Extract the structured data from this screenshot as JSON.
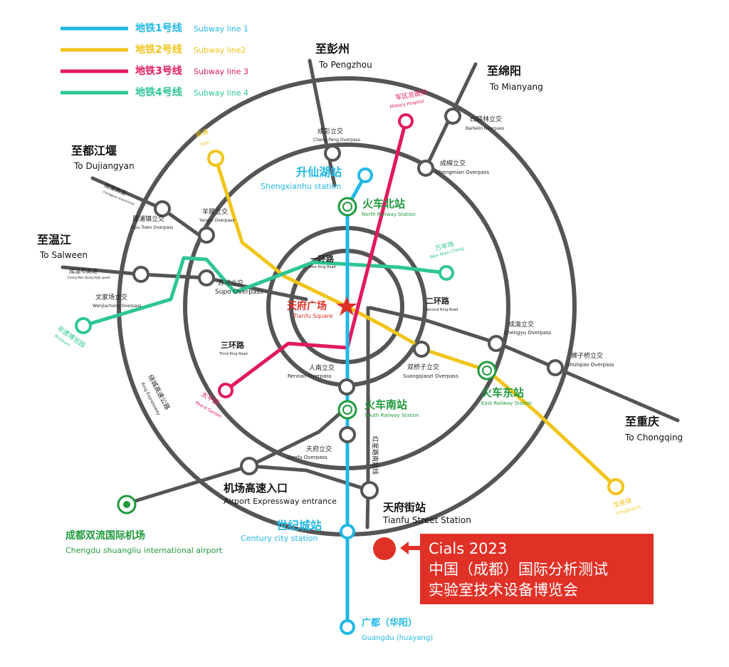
{
  "colors": {
    "line1": "#22b8e4",
    "line2": "#f1c419",
    "line3": "#e2195e",
    "line4": "#2ec597",
    "road": "#555555",
    "green": "#1f9a3d",
    "red": "#e03127"
  },
  "legend": [
    {
      "zh": "地铁1号线",
      "en": "Subway line 1",
      "color": "#22b8e4"
    },
    {
      "zh": "地铁2号线",
      "en": "Subway line2",
      "color": "#f1c419"
    },
    {
      "zh": "地铁3号线",
      "en": "Subway line 3",
      "color": "#e2195e"
    },
    {
      "zh": "地铁4号线",
      "en": "Subway line 4",
      "color": "#2ec597"
    }
  ],
  "directions": {
    "pengzhou": {
      "zh": "至彭州",
      "en": "To Pengzhou"
    },
    "mianyang": {
      "zh": "至绵阳",
      "en": "To Mianyang"
    },
    "dujiangyan": {
      "zh": "至都江堰",
      "en": "To Dujiangyan"
    },
    "salween": {
      "zh": "至温江",
      "en": "To Salween"
    },
    "chongqing": {
      "zh": "至重庆",
      "en": "To Chongqing"
    }
  },
  "overpasses": {
    "chengpeng": {
      "zh": "成彭立交",
      "en": "Cheng Peng Overpass"
    },
    "baihelin": {
      "zh": "白鹤林立交",
      "en": "Baihelin Overpass"
    },
    "chengmian": {
      "zh": "成绵立交",
      "en": "Chengmian Overpass"
    },
    "yangxi": {
      "zh": "羊犀立交",
      "en": "Yangxi Overpass"
    },
    "xipu": {
      "zh": "犀浦镇立交",
      "en": "Xipu Town Overpass"
    },
    "supo": {
      "zh": "苏坡立交",
      "en": "Supo Overpass"
    },
    "wenjiachang": {
      "zh": "文家场立交",
      "en": "Wenjiachang Overpass"
    },
    "chengyu": {
      "zh": "成渝立交",
      "en": "Chengyu Overpass"
    },
    "shiziqiao": {
      "zh": "狮子桥立交",
      "en": "Shiziqiao Overpass"
    },
    "suangqiaozi": {
      "zh": "双桥子立交",
      "en": "Suangqiaozi Overpass"
    },
    "rennan": {
      "zh": "人南立交",
      "en": "Rennan Overpass"
    },
    "tianfu": {
      "zh": "天府立交",
      "en": "Tianfu Overpass"
    }
  },
  "roads": {
    "ring1": {
      "zh": "一环路",
      "en": "East Ring Road"
    },
    "ring2": {
      "zh": "二环路",
      "en": "Second Ring Road"
    },
    "ring3": {
      "zh": "三环路",
      "en": "Third Ring Road"
    },
    "chengguan": {
      "zh": "成灌高速",
      "en": "Chengguan Expressway"
    },
    "chengwenqiong": {
      "zh": "成温邛高速",
      "en": "Cheng Wen Qiong High speed"
    },
    "ringexp": {
      "zh": "绕城高速公路",
      "en": "Ring Expressway"
    },
    "hongxing": {
      "zh": "红星路南延线"
    }
  },
  "stations": {
    "shengxianhu": {
      "zh": "升仙湖站",
      "en": "Shengxianhu station"
    },
    "north": {
      "zh": "火车北站",
      "en": "North Railway Station"
    },
    "square": {
      "zh": "天府广场",
      "en": "Tianfu Square"
    },
    "south": {
      "zh": "火车南站",
      "en": "South Railway Station"
    },
    "east": {
      "zh": "火车东站",
      "en": "East Railway Station"
    },
    "century": {
      "zh": "世纪城站",
      "en": "Century city station"
    },
    "tianfustreet": {
      "zh": "天府街站",
      "en": "Tianfu Street Station"
    },
    "guangdu": {
      "zh": "广都（华阳）",
      "en": "Guangdu (huayang)"
    },
    "airportentry": {
      "zh": "机场高速入口",
      "en": "Airport Expressway entrance"
    },
    "airport": {
      "zh": "成都双流国际机场",
      "en": "Chengdu shuangliu international airport"
    },
    "xipu": {
      "zh": "犀浦",
      "en": "Xipu"
    },
    "military": {
      "zh": "军区总医院",
      "en": "Military Hospital"
    },
    "wannianchang": {
      "zh": "万年场",
      "en": "Wan Nian Chang"
    },
    "museum": {
      "zh": "非遗博览园",
      "en": "Museum"
    },
    "taipingyuan": {
      "zh": "太平园",
      "en": "Peace Garden"
    },
    "longquanyi": {
      "zh": "龙泉驿",
      "en": "LongQuanYi"
    }
  },
  "annotation": {
    "line1": "Cials 2023",
    "line2": "中国（成都）国际分析测试",
    "line3": "实验室技术设备博览会"
  }
}
